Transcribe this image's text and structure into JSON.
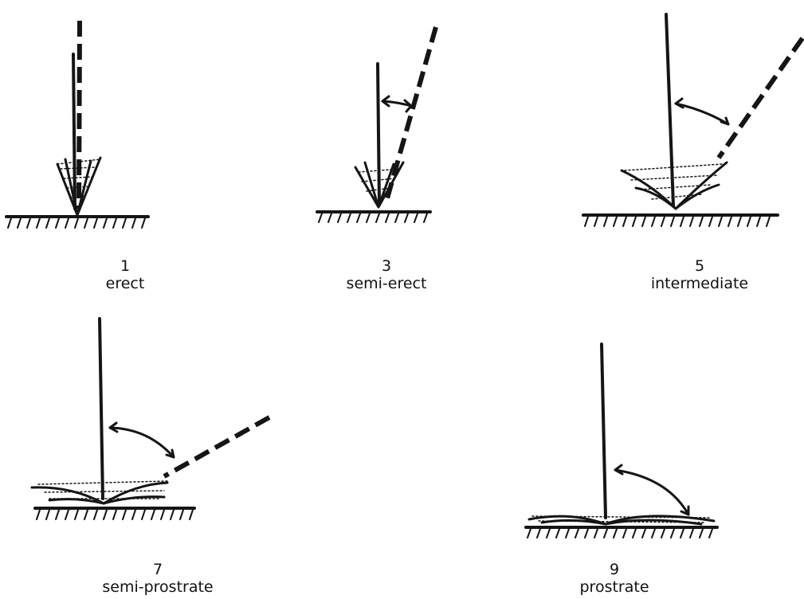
{
  "habits": [
    {
      "score": "1",
      "label": "erect"
    },
    {
      "score": "3",
      "label": "semi-erect"
    },
    {
      "score": "5",
      "label": "intermediate"
    },
    {
      "score": "7",
      "label": "semi-prostrate"
    },
    {
      "score": "9",
      "label": "prostrate"
    }
  ]
}
